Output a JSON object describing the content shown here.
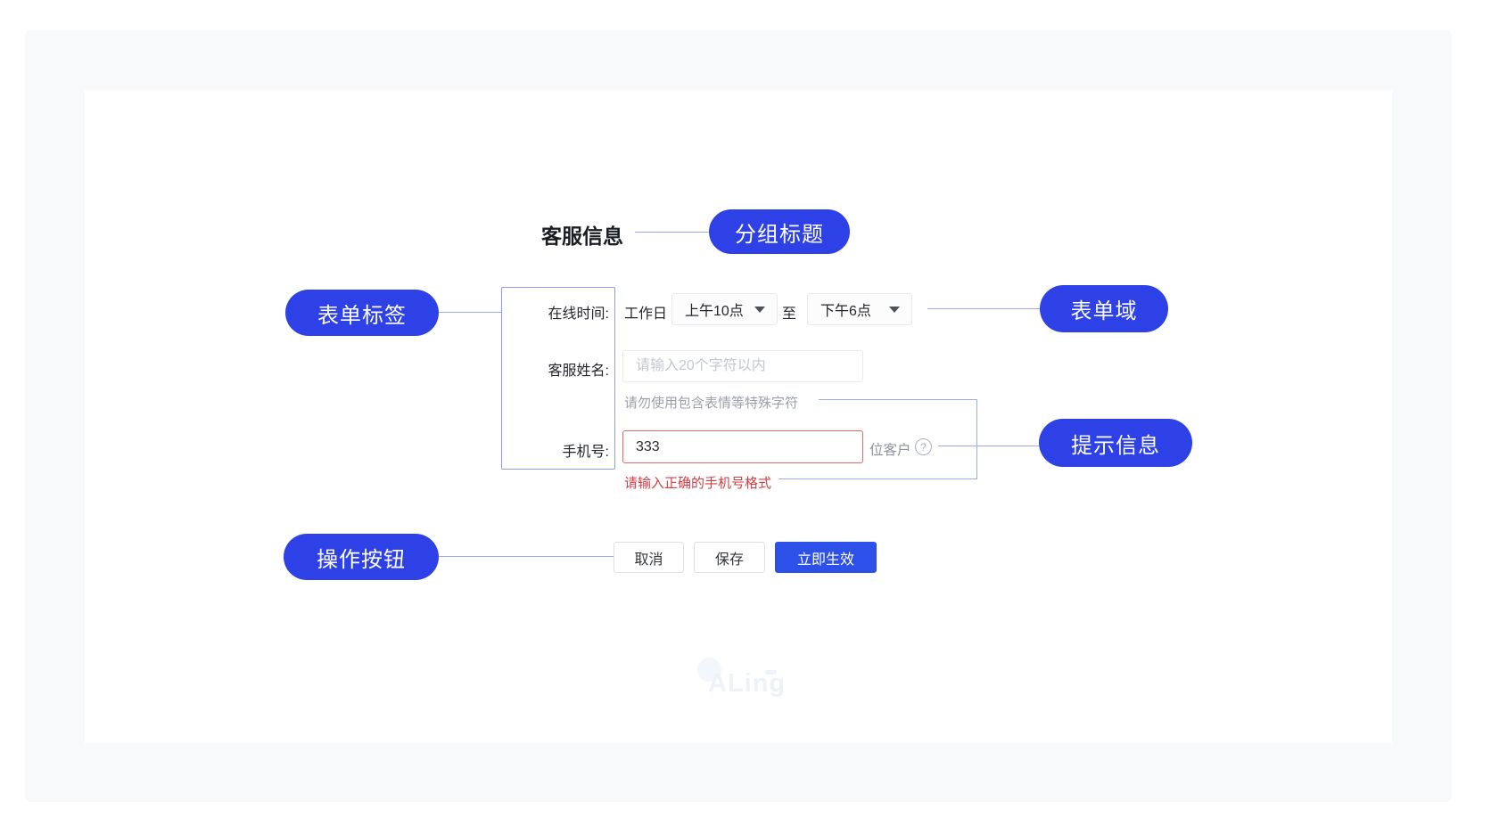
{
  "annotations": {
    "group_title": "分组标题",
    "form_label": "表单标签",
    "form_field": "表单域",
    "hint_info": "提示信息",
    "action_buttons": "操作按钮"
  },
  "form": {
    "title": "客服信息",
    "online_time": {
      "label": "在线时间:",
      "prefix": "工作日",
      "start_value": "上午10点",
      "joiner": "至",
      "end_value": "下午6点"
    },
    "service_name": {
      "label": "客服姓名:",
      "placeholder": "请输入20个字符以内",
      "hint": "请勿使用包含表情等特殊字符"
    },
    "phone": {
      "label": "手机号:",
      "value": "333",
      "suffix": "位客户",
      "help_icon": "?",
      "error": "请输入正确的手机号格式"
    },
    "buttons": {
      "cancel": "取消",
      "save": "保存",
      "apply": "立即生效"
    }
  },
  "watermark": "ALing",
  "colors": {
    "pill_blue": "#2e41e6",
    "primary_button_blue": "#2d51e8",
    "connector_blue": "#9ca8f0",
    "error_red": "#d03f45",
    "error_border_red": "#e06a66",
    "hint_gray": "#9ba1ab",
    "placeholder_gray": "#c3c7cf",
    "panel_gray": "#f8f9fb"
  }
}
